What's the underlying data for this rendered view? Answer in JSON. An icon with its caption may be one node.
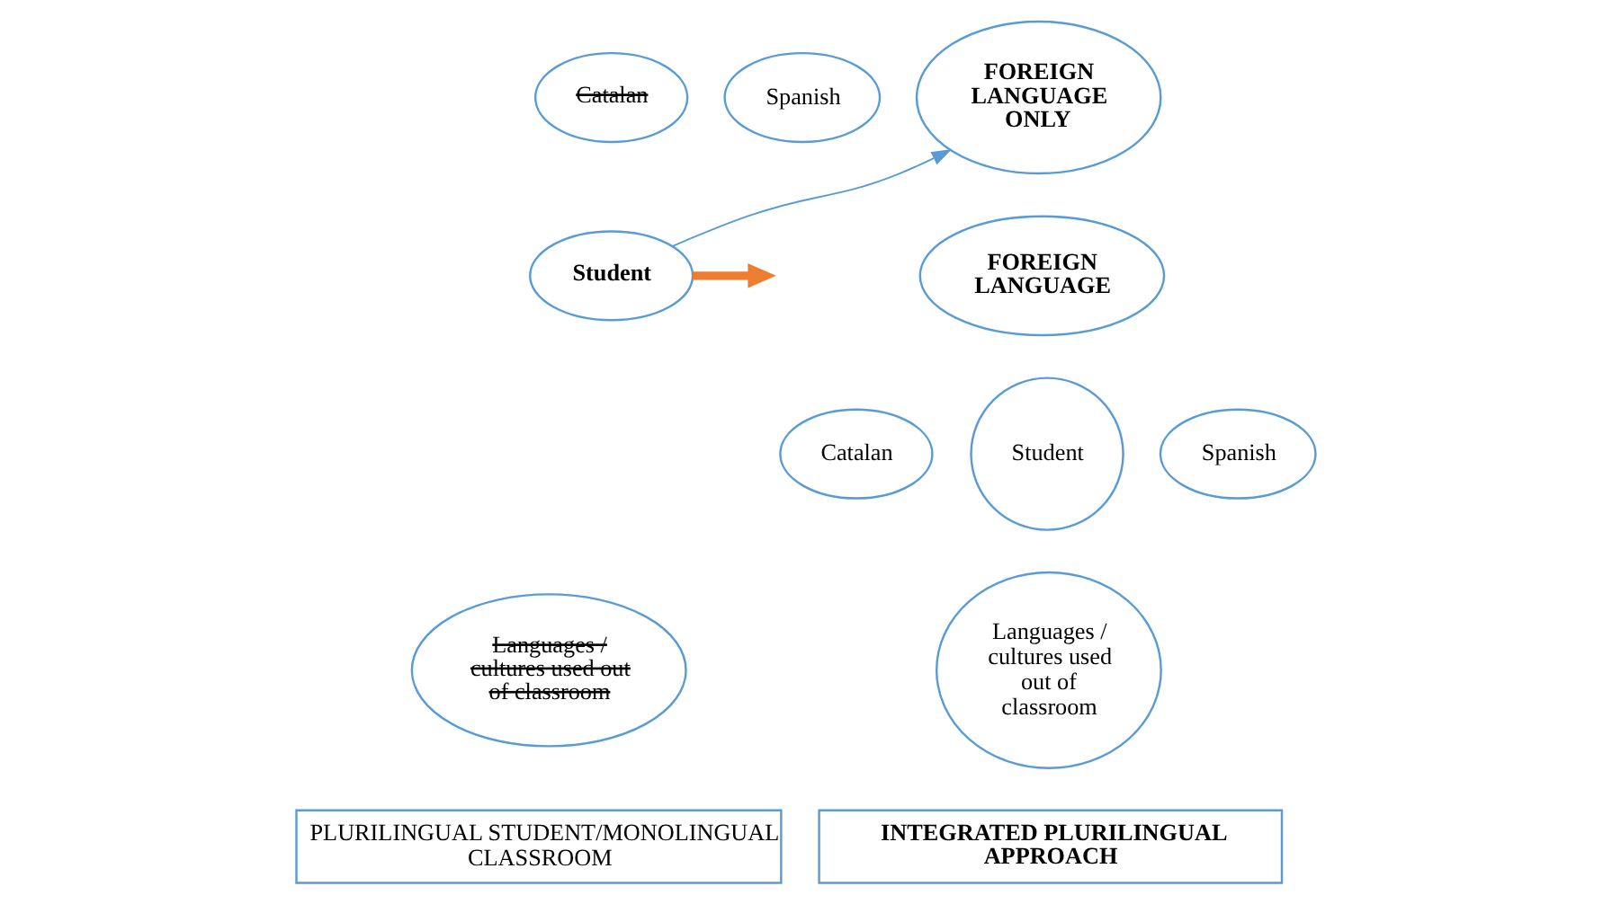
{
  "diagram": {
    "nodes": [
      {
        "text": [
          "Catalan"
        ]
      },
      {
        "text": [
          "Spanish"
        ]
      },
      {
        "text": [
          "FOREIGN LANGUAGE ONLY"
        ]
      },
      {
        "text": [
          "Student"
        ]
      },
      {
        "text": [
          "Languages / cultures used out of classroom"
        ]
      },
      {
        "text": [
          "PLURILINGUAL STUDENT/MONOLINGUAL CLASSROOM"
        ]
      },
      {
        "text": [
          "FOREIGN LANGUAGE"
        ]
      },
      {
        "text": [
          "Catalan"
        ]
      },
      {
        "text": [
          "Student"
        ]
      },
      {
        "text": [
          "Spanish"
        ]
      },
      {
        "text": [
          "Languages / cultures used out of classroom"
        ]
      },
      {
        "text": [
          "INTEGRATED PLURILINGUAL APPROACH"
        ]
      }
    ],
    "edges": [
      {
        "from": 3,
        "to": 2,
        "arrow": "to"
      },
      {
        "from": 3,
        "to": null,
        "arrow": "to",
        "style": "thick",
        "color": "#ed7d31"
      }
    ]
  }
}
